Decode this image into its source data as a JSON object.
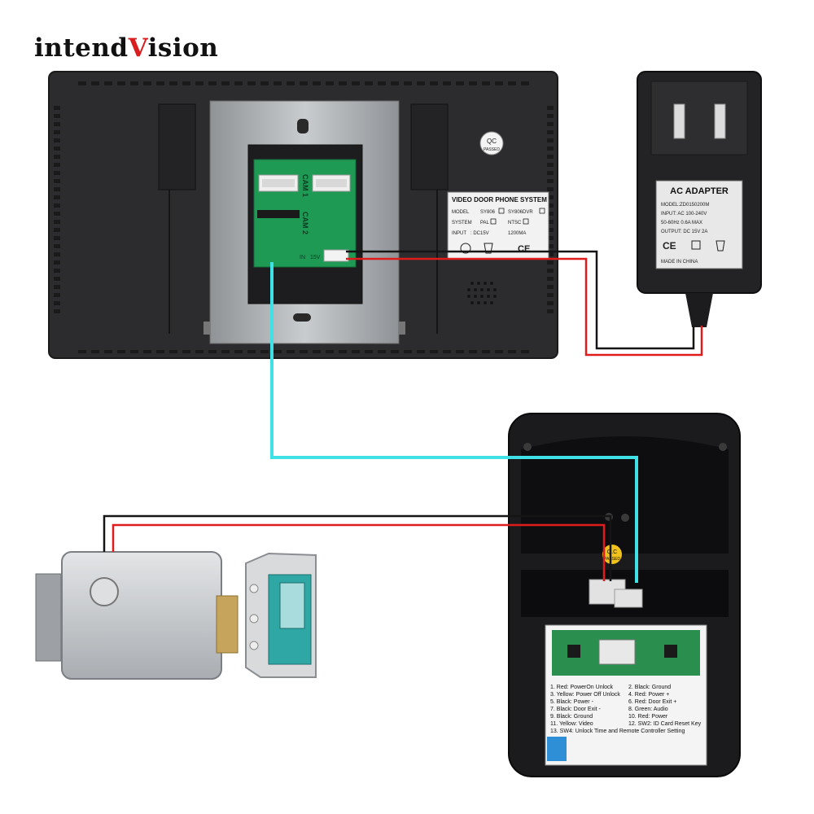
{
  "brand": {
    "part1": "intend",
    "part2": "V",
    "part3": "ision"
  },
  "monitor": {
    "cam1": "CAM 1",
    "cam2": "CAM 2",
    "port_in": "IN",
    "port_15v": "15V",
    "qc": "QC",
    "qc_passed": "PASSED",
    "label": {
      "title": "VIDEO DOOR PHONE SYSTEM",
      "model_key": "MODEL",
      "model_opt1": "SY806",
      "model_opt2": "SY806DVR",
      "system_key": "SYSTEM",
      "system_opt1": "PAL",
      "system_opt2": "NTSC",
      "input_key": "INPUT",
      "input_val": ": DC15V",
      "input_current": "1200MA",
      "ce": "CE"
    }
  },
  "adapter": {
    "title": "AC ADAPTER",
    "model": "MODEL:ZD0150200M",
    "input": "INPUT: AC 100-240V",
    "freq": "50-60Hz  0.6A MAX",
    "output": "OUTPUT: DC 15V  2A",
    "ce": "CE",
    "made_in": "MADE IN CHINA"
  },
  "door_unit": {
    "qc": "Q.C",
    "qc_passed": "PASSED",
    "wiring_left": [
      "1. Red: PowerOn Unlock",
      "3. Yellow: Power Off Unlock",
      "5. Black: Power -",
      "7. Black: Door Exit -",
      "9. Black: Ground",
      "11. Yellow:  Video",
      "13. SW4: Unlock Time and Remote Controller Setting"
    ],
    "wiring_right": [
      "2. Black: Ground",
      "4. Red:  Power +",
      "6. Red: Door Exit +",
      "8. Green:  Audio",
      "10. Red:  Power",
      "12. SW2: ID Card Reset Key"
    ]
  },
  "colors": {
    "wire_red": "#e01b1b",
    "wire_black": "#151515",
    "wire_cyan": "#3fe0e6",
    "monitor_body": "#2c2c2e",
    "board_green": "#1f9a55"
  }
}
